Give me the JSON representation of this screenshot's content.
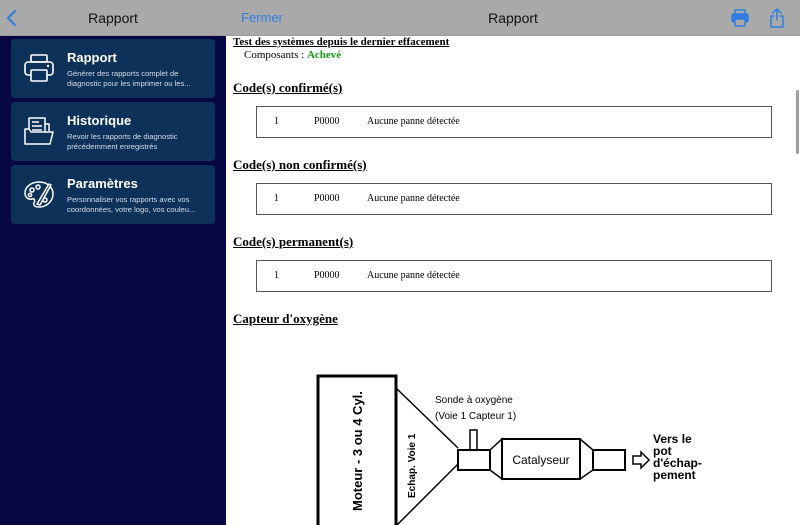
{
  "sidebar": {
    "title": "Rapport",
    "back_icon": "chevron-left-icon",
    "items": [
      {
        "title": "Rapport",
        "description": "Générer des rapports complet de diagnostic pour les imprimer ou les...",
        "icon": "printer-icon"
      },
      {
        "title": "Historique",
        "description": "Revoir les rapports de diagnostic précédemment enregistrés",
        "icon": "folder-document-icon"
      },
      {
        "title": "Paramètres",
        "description": "Personnaliser vos rapports avec vos coordonnées, votre logo, vos couleu...",
        "icon": "palette-icon"
      }
    ]
  },
  "main": {
    "close_label": "Fermer",
    "title": "Rapport",
    "print_icon": "printer-icon",
    "share_icon": "share-icon",
    "colors": {
      "accent": "#2f7de0",
      "status_ok": "#129a12",
      "sidebar_bg": "#070742",
      "card_bg": "#0d3158"
    }
  },
  "document": {
    "systems_title": "Test des systèmes depuis le dernier effacement",
    "components_label": "Composants :",
    "components_status": "Achevé",
    "sections": [
      {
        "title": "Code(s) confirmé(s)",
        "rows": [
          {
            "index": "1",
            "code": "P0000",
            "description": "Aucune panne détectée"
          }
        ]
      },
      {
        "title": "Code(s) non confirmé(s)",
        "rows": [
          {
            "index": "1",
            "code": "P0000",
            "description": "Aucune panne détectée"
          }
        ]
      },
      {
        "title": "Code(s) permanent(s)",
        "rows": [
          {
            "index": "1",
            "code": "P0000",
            "description": "Aucune panne détectée"
          }
        ]
      }
    ],
    "oxygen_title": "Capteur d'oxygène",
    "diagram": {
      "engine_label": "Moteur - 3 ou 4 Cyl.",
      "exhaust_label": "Echap. Voie 1",
      "sensor_label_1": "Sonde à oxygène",
      "sensor_label_2": "(Voie 1 Capteur 1)",
      "catalyst_label": "Catalyseur",
      "outlet_label_lines": [
        "Vers le",
        "pot",
        "d'échap-",
        "pement"
      ]
    }
  }
}
